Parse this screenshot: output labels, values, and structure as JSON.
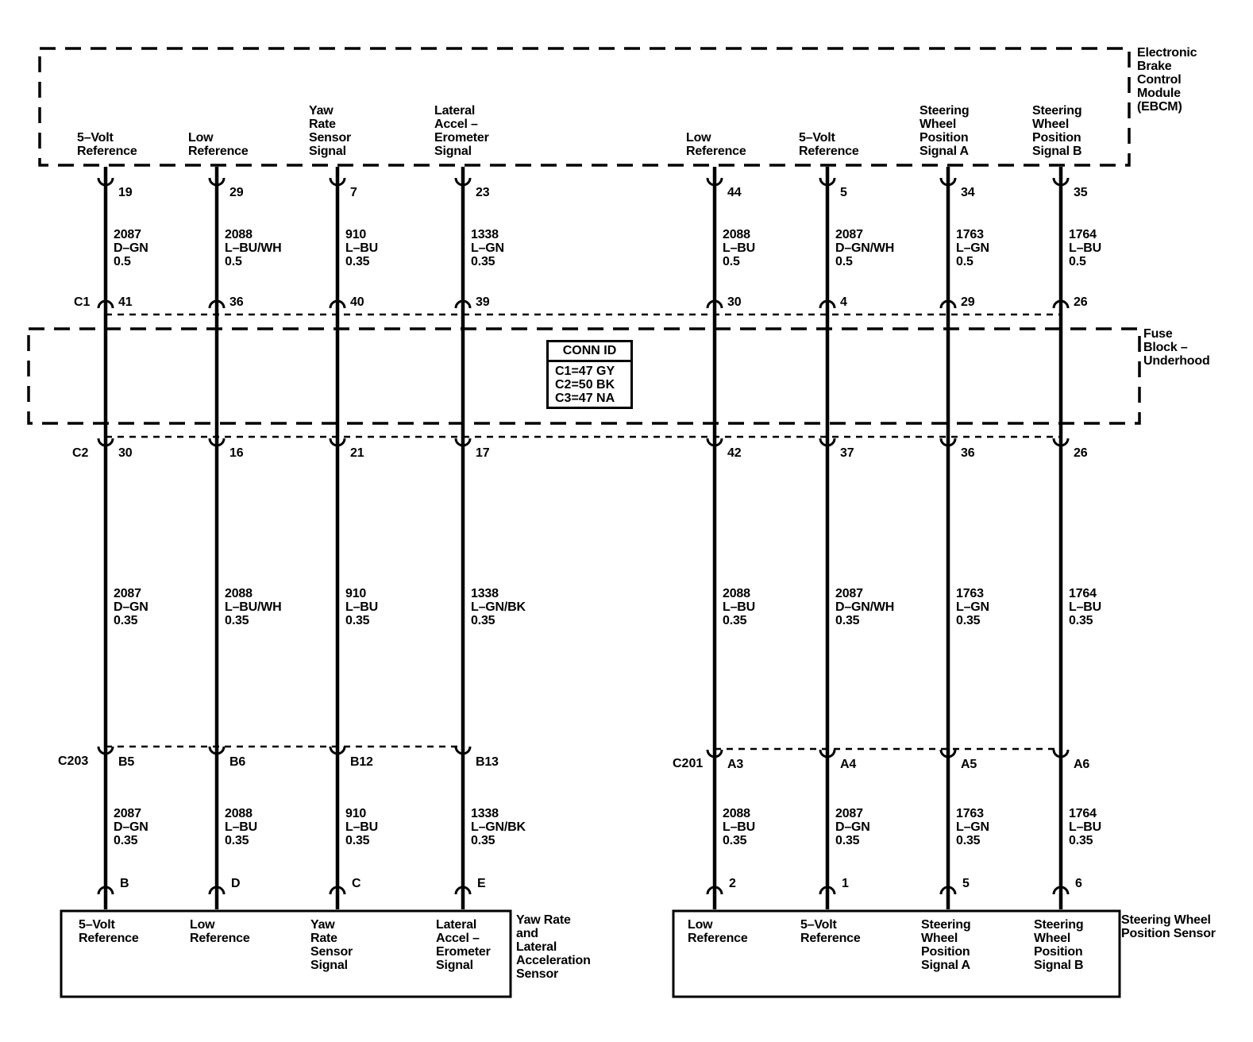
{
  "modules": {
    "ebcm": {
      "label": "Electronic\nBrake\nControl\nModule\n(EBCM)"
    },
    "fuse_block": {
      "label": "Fuse\nBlock –\nUnderhood"
    },
    "yaw_sensor": {
      "label": "Yaw Rate\nand\nLateral\nAcceleration\nSensor"
    },
    "steering_sensor": {
      "label": "Steering Wheel\nPosition Sensor"
    }
  },
  "conn_id": {
    "title": "CONN ID",
    "rows": [
      "C1=47 GY",
      "C2=50 BK",
      "C3=47 NA"
    ]
  },
  "connectors": {
    "c1": "C1",
    "c2": "C2",
    "c203": "C203",
    "c201": "C201"
  },
  "circuits": [
    {
      "ebcm_label": "5–Volt\nReference",
      "ebcm_pin": "19",
      "wire_top": "2087\nD–GN\n0.5",
      "c1_pin": "41",
      "c2_pin": "30",
      "wire_mid": "2087\nD–GN\n0.35",
      "inline_pin": "B5",
      "wire_bot": "2087\nD–GN\n0.35",
      "sensor_pin": "B",
      "sensor_label": "5–Volt\nReference"
    },
    {
      "ebcm_label": "Low\nReference",
      "ebcm_pin": "29",
      "wire_top": "2088\nL–BU/WH\n0.5",
      "c1_pin": "36",
      "c2_pin": "16",
      "wire_mid": "2088\nL–BU/WH\n0.35",
      "inline_pin": "B6",
      "wire_bot": "2088\nL–BU\n0.35",
      "sensor_pin": "D",
      "sensor_label": "Low\nReference"
    },
    {
      "ebcm_label": "Yaw\nRate\nSensor\nSignal",
      "ebcm_pin": "7",
      "wire_top": "910\nL–BU\n0.35",
      "c1_pin": "40",
      "c2_pin": "21",
      "wire_mid": "910\nL–BU\n0.35",
      "inline_pin": "B12",
      "wire_bot": "910\nL–BU\n0.35",
      "sensor_pin": "C",
      "sensor_label": "Yaw\nRate\nSensor\nSignal"
    },
    {
      "ebcm_label": "Lateral\nAccel –\nErometer\nSignal",
      "ebcm_pin": "23",
      "wire_top": "1338\nL–GN\n0.35",
      "c1_pin": "39",
      "c2_pin": "17",
      "wire_mid": "1338\nL–GN/BK\n0.35",
      "inline_pin": "B13",
      "wire_bot": "1338\nL–GN/BK\n0.35",
      "sensor_pin": "E",
      "sensor_label": "Lateral\nAccel –\nErometer\nSignal"
    },
    {
      "ebcm_label": "Low\nReference",
      "ebcm_pin": "44",
      "wire_top": "2088\nL–BU\n0.5",
      "c1_pin": "30",
      "c2_pin": "42",
      "wire_mid": "2088\nL–BU\n0.35",
      "inline_pin": "A3",
      "wire_bot": "2088\nL–BU\n0.35",
      "sensor_pin": "2",
      "sensor_label": "Low\nReference"
    },
    {
      "ebcm_label": "5–Volt\nReference",
      "ebcm_pin": "5",
      "wire_top": "2087\nD–GN/WH\n0.5",
      "c1_pin": "4",
      "c2_pin": "37",
      "wire_mid": "2087\nD–GN/WH\n0.35",
      "inline_pin": "A4",
      "wire_bot": "2087\nD–GN\n0.35",
      "sensor_pin": "1",
      "sensor_label": "5–Volt\nReference"
    },
    {
      "ebcm_label": "Steering\nWheel\nPosition\nSignal A",
      "ebcm_pin": "34",
      "wire_top": "1763\nL–GN\n0.5",
      "c1_pin": "29",
      "c2_pin": "36",
      "wire_mid": "1763\nL–GN\n0.35",
      "inline_pin": "A5",
      "wire_bot": "1763\nL–GN\n0.35",
      "sensor_pin": "5",
      "sensor_label": "Steering\nWheel\nPosition\nSignal A"
    },
    {
      "ebcm_label": "Steering\nWheel\nPosition\nSignal B",
      "ebcm_pin": "35",
      "wire_top": "1764\nL–BU\n0.5",
      "c1_pin": "26",
      "c2_pin": "26",
      "wire_mid": "1764\nL–BU\n0.35",
      "inline_pin": "A6",
      "wire_bot": "1764\nL–BU\n0.35",
      "sensor_pin": "6",
      "sensor_label": "Steering\nWheel\nPosition\nSignal B"
    }
  ]
}
